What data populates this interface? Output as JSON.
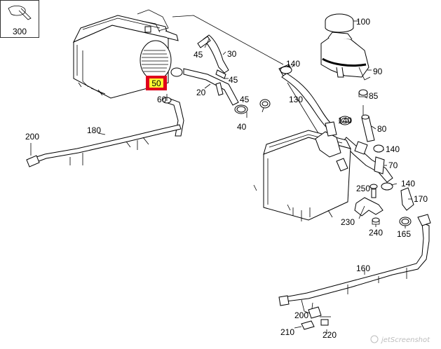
{
  "diagram": {
    "thumbnail_label": "300",
    "highlighted_part": "50",
    "highlight_color": "#e0001b",
    "highlight_fill": "#ffff33",
    "part_labels": [
      "100",
      "90",
      "140",
      "85",
      "140",
      "80",
      "140",
      "70",
      "140",
      "170",
      "250",
      "230",
      "240",
      "165",
      "130",
      "45",
      "45",
      "30",
      "20",
      "45",
      "40",
      "60",
      "200",
      "180",
      "160",
      "200",
      "210",
      "220"
    ],
    "watermark": "jetScreenshot"
  }
}
